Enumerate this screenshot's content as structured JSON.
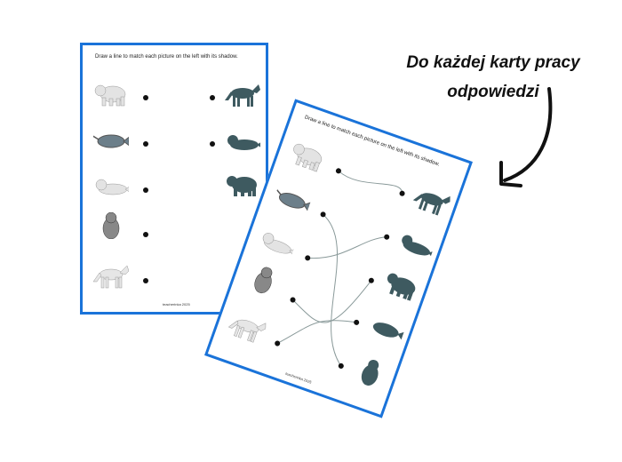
{
  "caption": {
    "line1": "Do każdej karty pracy",
    "line2": "odpowiedzi"
  },
  "worksheet": {
    "instruction": "Draw a line to match each picture on the left with its shadow.",
    "footer": "teacherinka 2025",
    "pictures": [
      "polar-bear",
      "narwhal",
      "seal",
      "penguin",
      "arctic-wolf"
    ],
    "shadows": [
      "wolf",
      "seal",
      "polar-bear",
      "narwhal",
      "penguin"
    ]
  },
  "colors": {
    "border": "#1a73d9",
    "shadow": "#3e5a60",
    "picture": "#d9d9d9",
    "line": "#8a9a9a"
  }
}
